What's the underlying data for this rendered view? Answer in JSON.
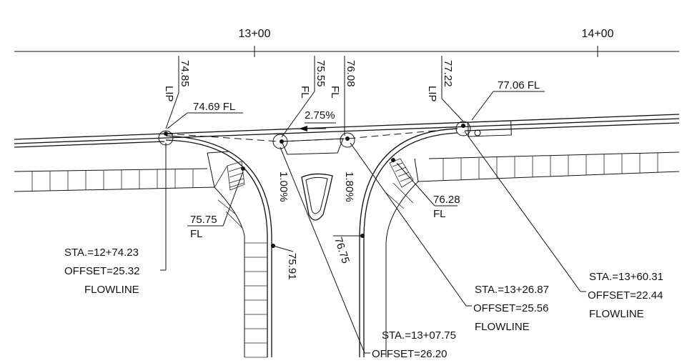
{
  "stations": {
    "sta_1300": "13+00",
    "sta_1400": "14+00"
  },
  "elevations": {
    "lip_left_value": "74.85",
    "lip_left_label": "LIP",
    "fl_left_top": "74.69 FL",
    "fl_mid1_value": "75.55",
    "fl_mid1_label": "FL",
    "fl_mid2_value": "76.08",
    "fl_mid2_label": "FL",
    "lip_right_value": "77.22",
    "lip_right_label": "LIP",
    "fl_right_top": "77.06 FL",
    "fl_left_ramp_value": "75.75",
    "fl_left_ramp_label": "FL",
    "fl_right_ramp_value": "76.28",
    "fl_right_ramp_label": "FL",
    "curve_left_value": "75.91",
    "curve_center_value": "76.75"
  },
  "slopes": {
    "cross_slope": "2.75%",
    "left_island": "1.00%",
    "right_island": "1.80%"
  },
  "callouts": {
    "left": {
      "sta": "STA.=12+74.23",
      "offset": "OFFSET=25.32",
      "note": "FLOWLINE"
    },
    "center": {
      "sta": "STA.=13+07.75",
      "offset": "OFFSET=26.20"
    },
    "mid": {
      "sta": "STA.=13+26.87",
      "offset": "OFFSET=25.56",
      "note": "FLOWLINE"
    },
    "right": {
      "sta": "STA.=13+60.31",
      "offset": "OFFSET=22.44",
      "note": "FLOWLINE"
    }
  }
}
